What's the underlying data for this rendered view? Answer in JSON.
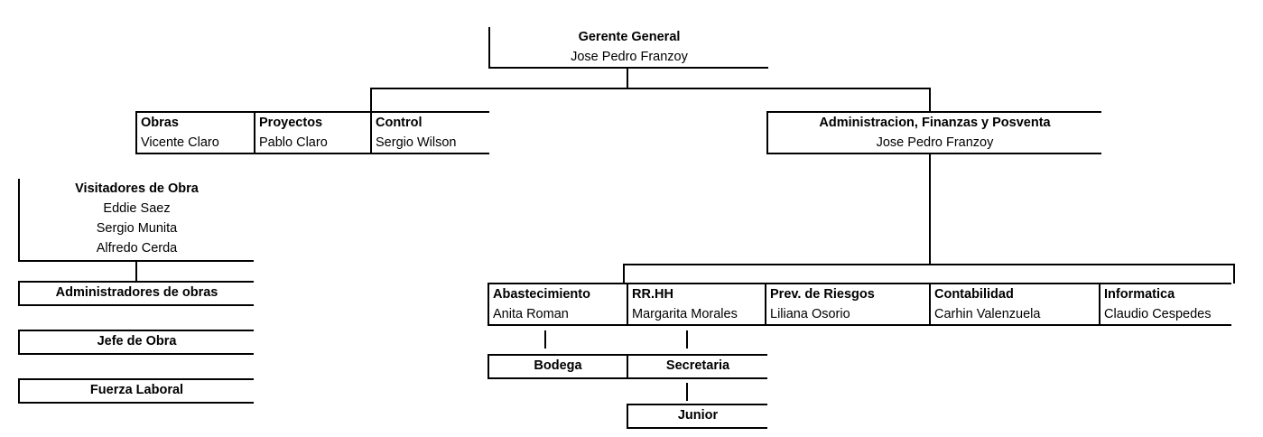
{
  "document": {
    "type": "organizational-chart",
    "language": "es"
  },
  "nodes": {
    "gerente_general": {
      "title": "Gerente General",
      "person": "Jose Pedro Franzoy"
    },
    "obras": {
      "title": "Obras",
      "person": "Vicente Claro"
    },
    "proyectos": {
      "title": "Proyectos",
      "person": "Pablo Claro"
    },
    "control": {
      "title": "Control",
      "person": "Sergio Wilson"
    },
    "administracion": {
      "title": "Administracion, Finanzas y Posventa",
      "person": "Jose Pedro Franzoy"
    },
    "visitadores": {
      "title": "Visitadores de Obra",
      "person1": "Eddie Saez",
      "person2": "Sergio Munita",
      "person3": "Alfredo Cerda"
    },
    "administradores_obras": {
      "title": "Administradores de obras"
    },
    "jefe_obra": {
      "title": "Jefe de Obra"
    },
    "fuerza_laboral": {
      "title": "Fuerza Laboral"
    },
    "abastecimiento": {
      "title": "Abastecimiento",
      "person": "Anita Roman"
    },
    "rrhh": {
      "title": "RR.HH",
      "person": "Margarita Morales"
    },
    "prev_riesgos": {
      "title": "Prev. de Riesgos",
      "person": "Liliana Osorio"
    },
    "contabilidad": {
      "title": "Contabilidad",
      "person": "Carhin Valenzuela"
    },
    "informatica": {
      "title": "Informatica",
      "person": "Claudio Cespedes"
    },
    "bodega": {
      "title": "Bodega"
    },
    "secretaria": {
      "title": "Secretaria"
    },
    "junior": {
      "title": "Junior"
    }
  },
  "colors": {
    "line": "#000000",
    "text": "#000000",
    "background": "#ffffff"
  }
}
